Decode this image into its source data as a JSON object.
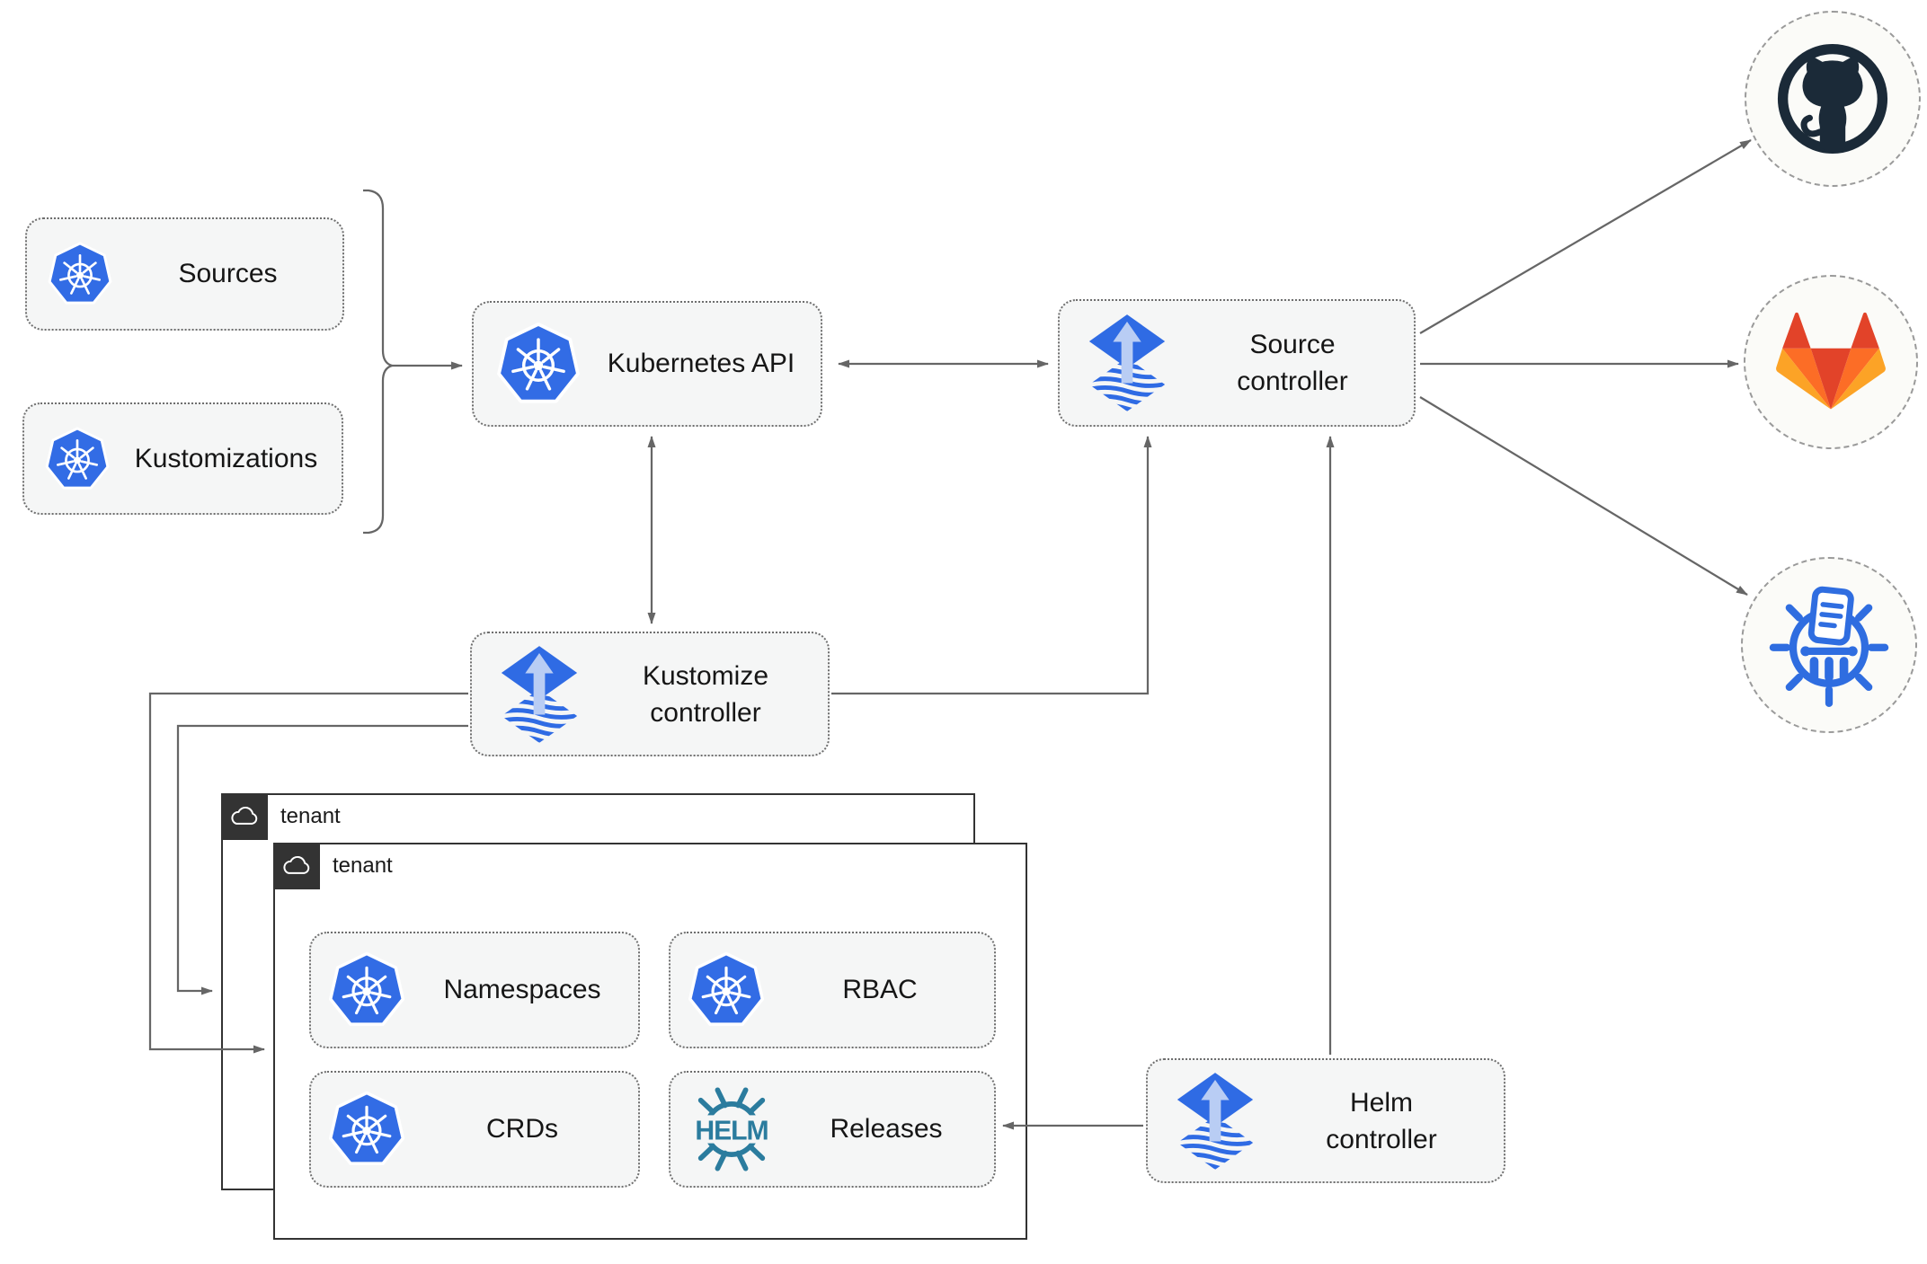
{
  "palette": {
    "kubernetes_blue": "#326ce5",
    "flux_blue": "#2f6be4",
    "flux_arrow_light": "#b9cdf4",
    "helm_teal": "#2b7c9e",
    "chartmuseum_blue": "#2f6de0",
    "github_dark": "#1b2a38",
    "gitlab_red": "#e24329",
    "gitlab_orange": "#fc6d26",
    "gitlab_amber": "#fca326",
    "node_fill": "#f5f6f6",
    "connector_gray": "#666666",
    "tenant_header_bg": "#333333"
  },
  "nodes": {
    "sources": {
      "label": "Sources"
    },
    "kustomizations": {
      "label": "Kustomizations"
    },
    "kubernetes_api": {
      "label": "Kubernetes API"
    },
    "source_controller": {
      "line1": "Source",
      "line2": "controller"
    },
    "kustomize_controller": {
      "line1": "Kustomize",
      "line2": "controller"
    },
    "helm_controller": {
      "line1": "Helm",
      "line2": "controller"
    }
  },
  "tenants": {
    "back": {
      "label": "tenant"
    },
    "front": {
      "label": "tenant",
      "resources": {
        "namespaces": {
          "label": "Namespaces"
        },
        "rbac": {
          "label": "RBAC"
        },
        "crds": {
          "label": "CRDs"
        },
        "releases": {
          "label": "Releases"
        }
      }
    }
  },
  "helm_logo_text": "HELM",
  "icons": {
    "kubernetes": "kubernetes-icon",
    "flux": "flux-icon",
    "helm": "helm-icon",
    "cloud": "cloud-icon",
    "github": "github-icon",
    "gitlab": "gitlab-icon",
    "chartmuseum": "chartmuseum-icon"
  }
}
